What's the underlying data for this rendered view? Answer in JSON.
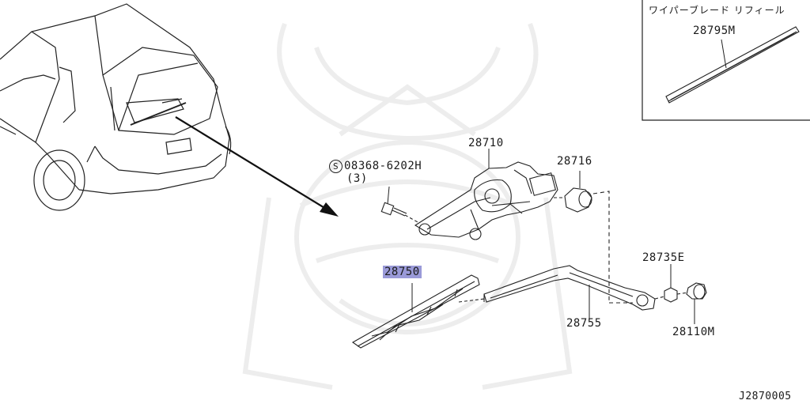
{
  "inset": {
    "title": "ワイパーブレード リフィール",
    "part": "28795M"
  },
  "parts": {
    "motor": "28710",
    "cap": "28716",
    "bolt_code": "08368-6202H",
    "bolt_qty": "(3)",
    "bolt_symbol": "S",
    "blade": "28750",
    "arm": "28755",
    "nut": "28735E",
    "arm_cap": "28110M"
  },
  "diagram_id": "J2870005"
}
